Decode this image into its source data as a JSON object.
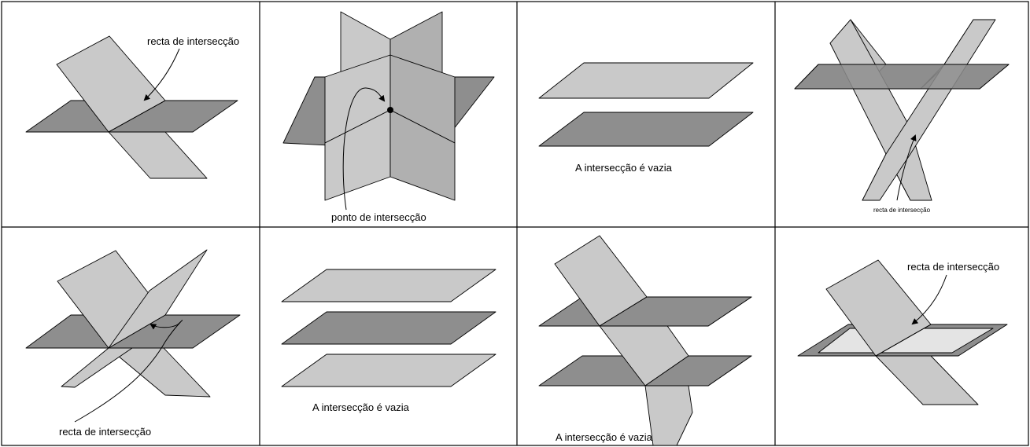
{
  "panels": [
    {
      "id": "two-planes-line",
      "label": "recta de intersecção"
    },
    {
      "id": "three-planes-point",
      "label": "ponto de intersecção"
    },
    {
      "id": "two-parallel-planes",
      "label": "A intersecção é vazia"
    },
    {
      "id": "three-planes-parallel-lines",
      "label": "recta de intersecção"
    },
    {
      "id": "three-planes-common-line",
      "label": "recta de intersecção"
    },
    {
      "id": "three-parallel-planes",
      "label": "A intersecção é vazia"
    },
    {
      "id": "two-parallel-one-transversal",
      "label": "A intersecção é vazia"
    },
    {
      "id": "planes-inner-rectangle",
      "label": "recta de intersecção"
    }
  ],
  "colors": {
    "plane_light": "#c9c9c9",
    "plane_dark": "#8e8e8e",
    "plane_mid": "#b0b0b0",
    "plane_white": "#e4e4e4"
  }
}
